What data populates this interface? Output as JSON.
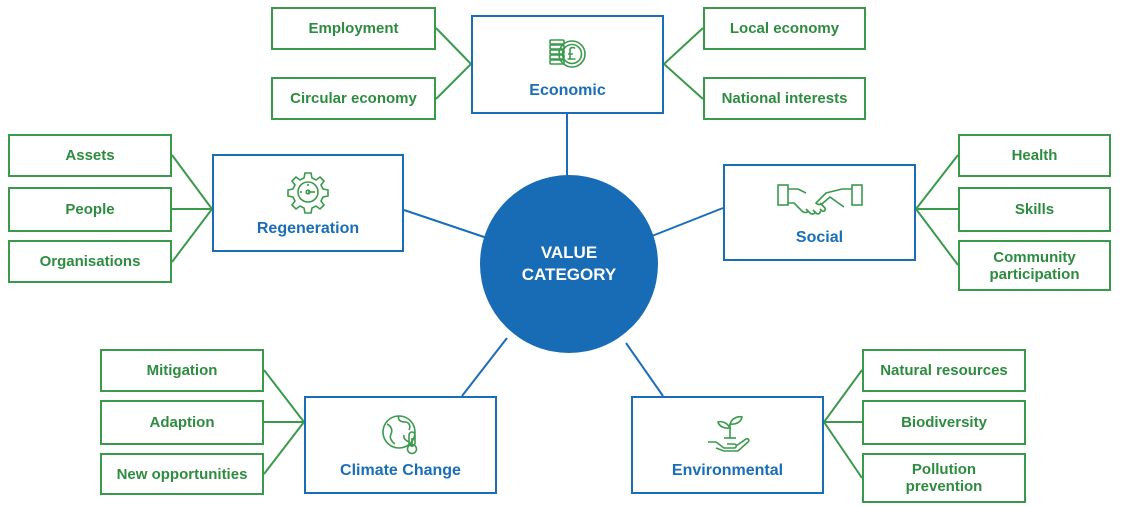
{
  "center": {
    "line1": "VALUE",
    "line2": "CATEGORY"
  },
  "categories": {
    "economic": "Economic",
    "regeneration": "Regeneration",
    "social": "Social",
    "climate": "Climate Change",
    "environmental": "Environmental"
  },
  "items": {
    "employment": "Employment",
    "circular_economy": "Circular economy",
    "local_economy": "Local economy",
    "national_interests": "National interests",
    "assets": "Assets",
    "people": "People",
    "organisations": "Organisations",
    "health": "Health",
    "skills": "Skills",
    "community_line1": "Community",
    "community_line2": "participation",
    "mitigation": "Mitigation",
    "adaption": "Adaption",
    "new_opportunities": "New opportunities",
    "natural_resources": "Natural resources",
    "biodiversity": "Biodiversity",
    "pollution_line1": "Pollution",
    "pollution_line2": "prevention"
  },
  "colors": {
    "category_blue": "#1a6eb8",
    "center_blue": "#176cb5",
    "item_green": "#3a9a4c",
    "connector": "#1a6eb8"
  },
  "icons": {
    "economic": "pound-coin-stack-icon",
    "regeneration": "gear-gauge-icon",
    "social": "handshake-icon",
    "climate": "globe-thermometer-icon",
    "environmental": "hand-plant-icon"
  }
}
